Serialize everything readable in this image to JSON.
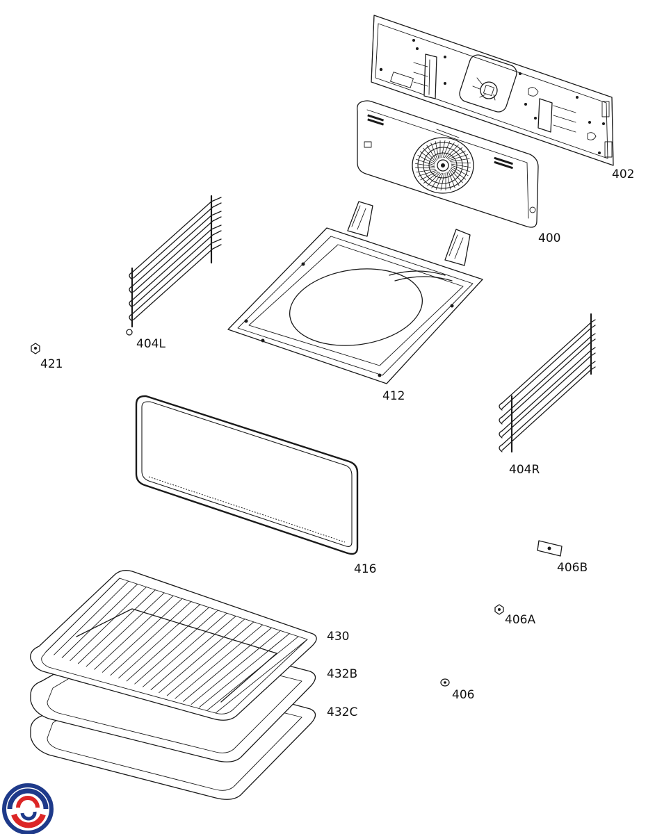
{
  "labels": {
    "p402": "402",
    "p400": "400",
    "p404L": "404L",
    "p421": "421",
    "p412": "412",
    "p404R": "404R",
    "p416": "416",
    "p406B": "406B",
    "p406A": "406A",
    "p430": "430",
    "p432B": "432B",
    "p432C": "432C",
    "p406": "406"
  },
  "logo": {
    "colors": [
      "#1e3a8a",
      "#dc2626"
    ]
  }
}
